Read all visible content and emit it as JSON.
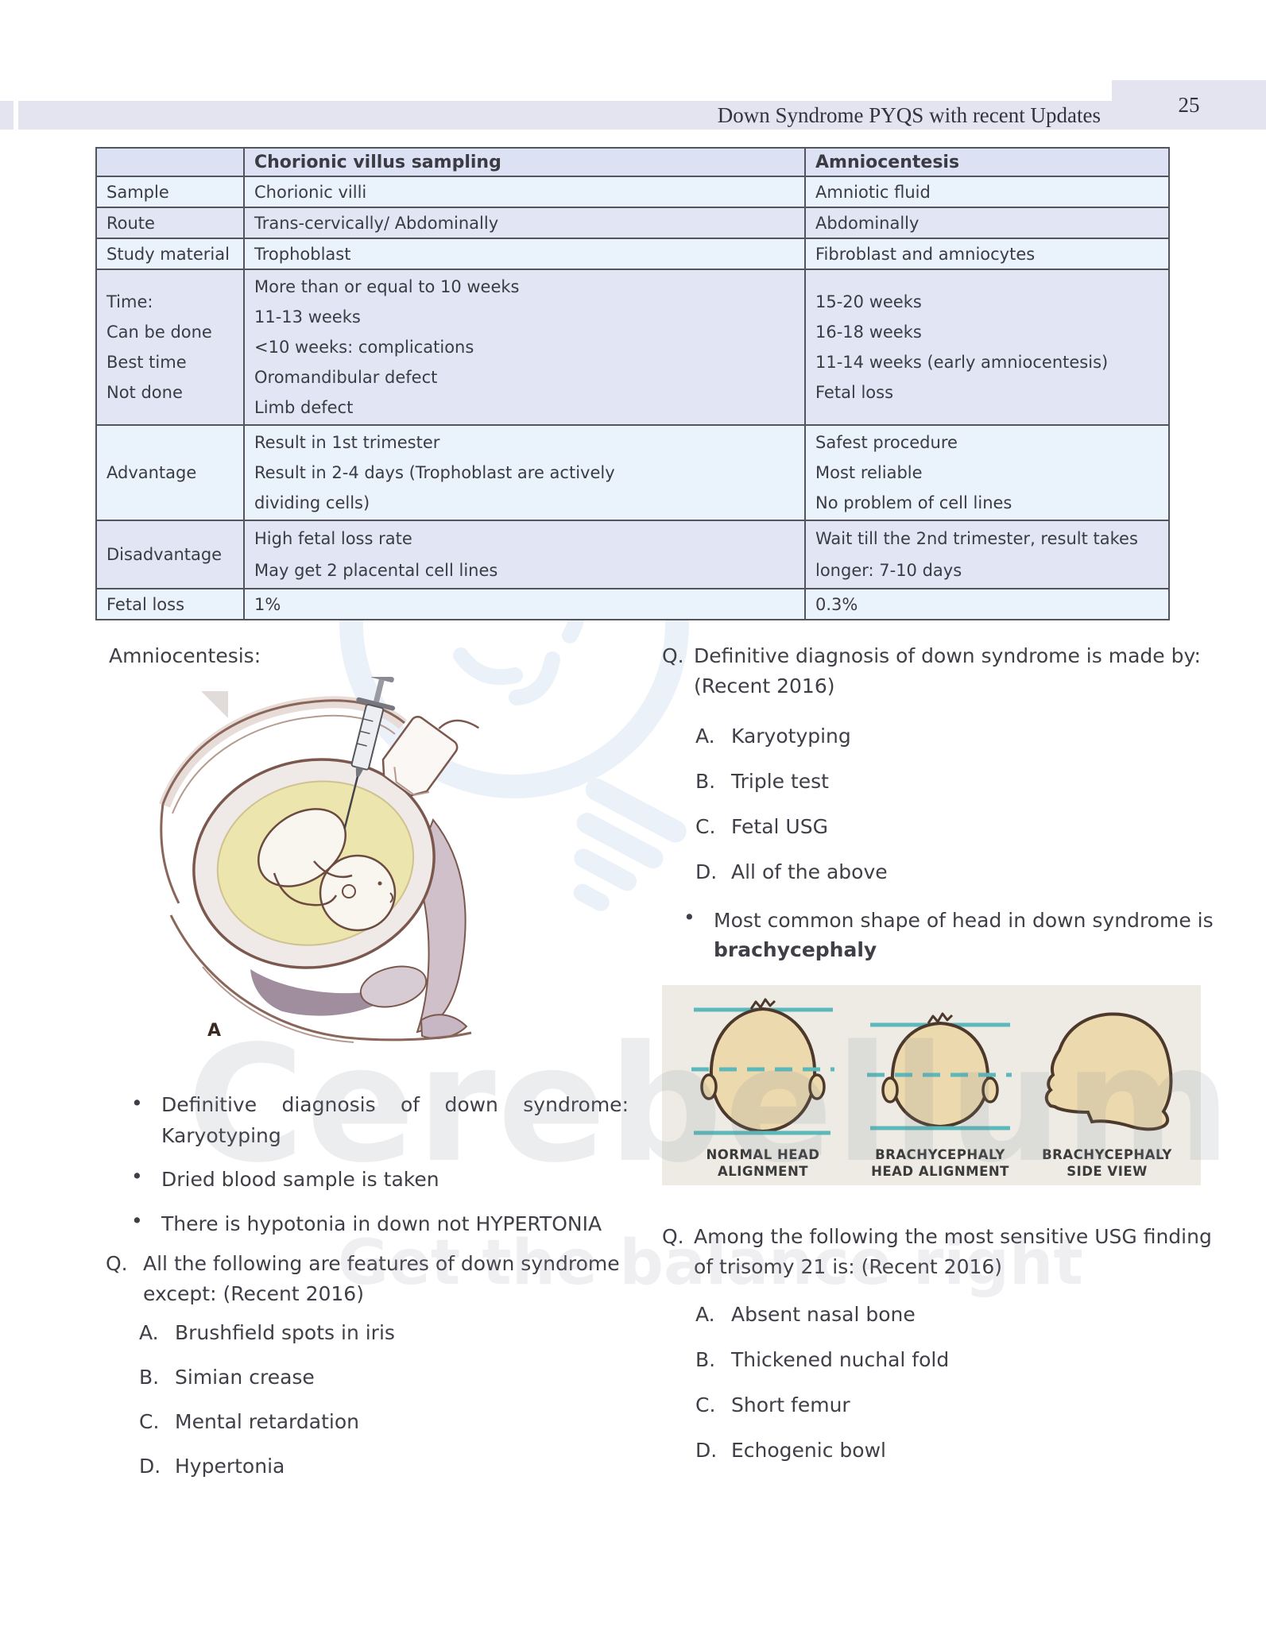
{
  "page": {
    "number": "25",
    "header_title": "Down Syndrome PYQS with recent Updates"
  },
  "watermark": {
    "brand": "Cerebellum",
    "tagline": "Get the balance right"
  },
  "table": {
    "col2_header": "Chorionic villus sampling",
    "col3_header": "Amniocentesis",
    "sample": {
      "label": "Sample",
      "cvs": "Chorionic villi",
      "amnio": "Amniotic fluid"
    },
    "route": {
      "label": "Route",
      "cvs": "Trans-cervically/ Abdominally",
      "amnio": "Abdominally"
    },
    "study": {
      "label": "Study material",
      "cvs": "Trophoblast",
      "amnio": "Fibroblast and amniocytes"
    },
    "time": {
      "label_lines": [
        "Time:",
        "Can be done",
        "Best time",
        "Not done"
      ],
      "cvs_lines": [
        "More than or equal to 10 weeks",
        "11-13 weeks",
        "<10 weeks: complications",
        "Oromandibular defect",
        "Limb defect"
      ],
      "amnio_lines": [
        "15-20 weeks",
        "16-18 weeks",
        "11-14 weeks (early amniocentesis)",
        "Fetal loss"
      ]
    },
    "advantage": {
      "label": "Advantage",
      "cvs_line1": "Result in 1st trimester",
      "cvs_line2": "Result in 2-4 days (Trophoblast are actively dividing cells)",
      "amnio_lines": [
        "Safest procedure",
        "Most reliable",
        "No problem of cell lines"
      ]
    },
    "disadvantage": {
      "label": "Disadvantage",
      "cvs_lines": [
        "High fetal loss rate",
        "May get 2 placental cell lines"
      ],
      "amnio_text": "Wait till the 2nd trimester, result takes longer: 7-10 days"
    },
    "fetal_loss": {
      "label": "Fetal loss",
      "cvs": "1%",
      "amnio": "0.3%"
    }
  },
  "left": {
    "section_heading": "Amniocentesis:",
    "illustration_label": "A",
    "bullets": {
      "marker": "•",
      "b1": "Definitive diagnosis of down syndrome: Karyotyping",
      "b2": "Dried blood sample is taken",
      "b3": "There is hypotonia in down not HYPERTONIA"
    },
    "question": {
      "prefix": "Q.",
      "line1": "All the following are features of down syndrome",
      "line2": "except: (Recent 2016)",
      "options": [
        {
          "letter": "A.",
          "text": "Brushfield spots in iris"
        },
        {
          "letter": "B.",
          "text": "Simian crease"
        },
        {
          "letter": "C.",
          "text": "Mental retardation"
        },
        {
          "letter": "D.",
          "text": "Hypertonia"
        }
      ]
    }
  },
  "right": {
    "question1": {
      "prefix": "Q.",
      "line1": "Definitive diagnosis of down syndrome is made by:",
      "line2": "(Recent 2016)",
      "options": [
        {
          "letter": "A.",
          "text": "Karyotyping"
        },
        {
          "letter": "B.",
          "text": "Triple test"
        },
        {
          "letter": "C.",
          "text": "Fetal USG"
        },
        {
          "letter": "D.",
          "text": "All of the above"
        }
      ]
    },
    "head_bullet": {
      "marker": "•",
      "text": "Most common shape of head in down syndrome is",
      "bold": "brachycephaly"
    },
    "figure": {
      "panels": [
        {
          "label1": "NORMAL HEAD",
          "label2": "ALIGNMENT"
        },
        {
          "label1": "BRACHYCEPHALY",
          "label2": "HEAD ALIGNMENT"
        },
        {
          "label1": "BRACHYCEPHALY",
          "label2": "SIDE VIEW"
        }
      ]
    },
    "question2": {
      "prefix": "Q.",
      "line1": "Among the following the most sensitive USG finding",
      "line2": "of trisomy 21 is: (Recent 2016)",
      "options": [
        {
          "letter": "A.",
          "text": "Absent nasal bone"
        },
        {
          "letter": "B.",
          "text": "Thickened nuchal fold"
        },
        {
          "letter": "C.",
          "text": "Short femur"
        },
        {
          "letter": "D.",
          "text": "Echogenic bowl"
        }
      ]
    }
  },
  "colors": {
    "accent_teal": "#5cb8ba",
    "band_lavender": "#e4e4f0",
    "table_header_row": "#dce1f3",
    "row_light": "#eaf2fb",
    "row_dark": "#e2e5f4",
    "figure_bg": "#edebe4",
    "head_fill": "#ecd9ae"
  }
}
